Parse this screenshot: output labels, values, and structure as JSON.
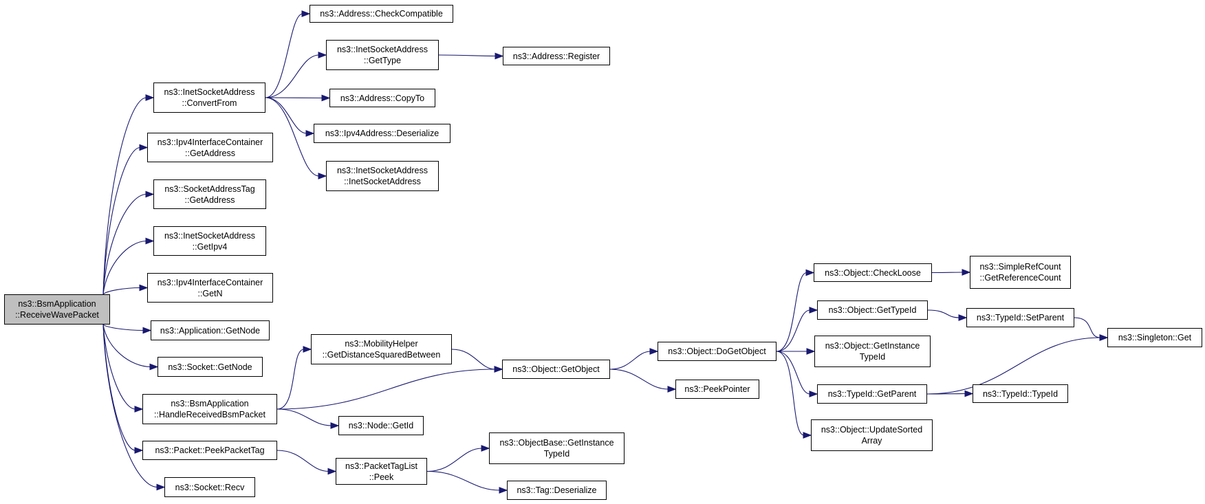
{
  "diagram": {
    "edge_color": "#191970",
    "root_fill": "#bfbfbf",
    "nodes": [
      {
        "id": "root",
        "lines": [
          "ns3::BsmApplication",
          "::ReceiveWavePacket"
        ],
        "root": true
      },
      {
        "id": "convertFrom",
        "lines": [
          "ns3::InetSocketAddress",
          "::ConvertFrom"
        ]
      },
      {
        "id": "ipv4icGetAddress",
        "lines": [
          "ns3::Ipv4InterfaceContainer",
          "::GetAddress"
        ]
      },
      {
        "id": "satGetAddress",
        "lines": [
          "ns3::SocketAddressTag",
          "::GetAddress"
        ]
      },
      {
        "id": "isaGetIpv4",
        "lines": [
          "ns3::InetSocketAddress",
          "::GetIpv4"
        ]
      },
      {
        "id": "ipv4icGetN",
        "lines": [
          "ns3::Ipv4InterfaceContainer",
          "::GetN"
        ]
      },
      {
        "id": "appGetNode",
        "lines": [
          "ns3::Application::GetNode"
        ]
      },
      {
        "id": "sockGetNode",
        "lines": [
          "ns3::Socket::GetNode"
        ]
      },
      {
        "id": "handleRecv",
        "lines": [
          "ns3::BsmApplication",
          "::HandleReceivedBsmPacket"
        ]
      },
      {
        "id": "peekPacketTag",
        "lines": [
          "ns3::Packet::PeekPacketTag"
        ]
      },
      {
        "id": "sockRecv",
        "lines": [
          "ns3::Socket::Recv"
        ]
      },
      {
        "id": "checkCompatible",
        "lines": [
          "ns3::Address::CheckCompatible"
        ]
      },
      {
        "id": "isaGetType",
        "lines": [
          "ns3::InetSocketAddress",
          "::GetType"
        ]
      },
      {
        "id": "addrRegister",
        "lines": [
          "ns3::Address::Register"
        ]
      },
      {
        "id": "copyTo",
        "lines": [
          "ns3::Address::CopyTo"
        ]
      },
      {
        "id": "ipv4Deserialize",
        "lines": [
          "ns3::Ipv4Address::Deserialize"
        ]
      },
      {
        "id": "isaCtor",
        "lines": [
          "ns3::InetSocketAddress",
          "::InetSocketAddress"
        ]
      },
      {
        "id": "mobility",
        "lines": [
          "ns3::MobilityHelper",
          "::GetDistanceSquaredBetween"
        ]
      },
      {
        "id": "getObject",
        "lines": [
          "ns3::Object::GetObject"
        ]
      },
      {
        "id": "nodeGetId",
        "lines": [
          "ns3::Node::GetId"
        ]
      },
      {
        "id": "ptlPeek",
        "lines": [
          "ns3::PacketTagList",
          "::Peek"
        ]
      },
      {
        "id": "obGetInstance",
        "lines": [
          "ns3::ObjectBase::GetInstance",
          "TypeId"
        ]
      },
      {
        "id": "tagDeserialize",
        "lines": [
          "ns3::Tag::Deserialize"
        ]
      },
      {
        "id": "doGetObject",
        "lines": [
          "ns3::Object::DoGetObject"
        ]
      },
      {
        "id": "peekPointer",
        "lines": [
          "ns3::PeekPointer"
        ]
      },
      {
        "id": "checkLoose",
        "lines": [
          "ns3::Object::CheckLoose"
        ]
      },
      {
        "id": "objGetTypeId",
        "lines": [
          "ns3::Object::GetTypeId"
        ]
      },
      {
        "id": "objGetInstance",
        "lines": [
          "ns3::Object::GetInstance",
          "TypeId"
        ]
      },
      {
        "id": "tidGetParent",
        "lines": [
          "ns3::TypeId::GetParent"
        ]
      },
      {
        "id": "updateSorted",
        "lines": [
          "ns3::Object::UpdateSorted",
          "Array"
        ]
      },
      {
        "id": "getRefCount",
        "lines": [
          "ns3::SimpleRefCount",
          "::GetReferenceCount"
        ]
      },
      {
        "id": "setParent",
        "lines": [
          "ns3::TypeId::SetParent"
        ]
      },
      {
        "id": "tidCtor",
        "lines": [
          "ns3::TypeId::TypeId"
        ]
      },
      {
        "id": "singletonGet",
        "lines": [
          "ns3::Singleton::Get"
        ]
      }
    ],
    "edges": [
      [
        "root",
        "convertFrom"
      ],
      [
        "root",
        "ipv4icGetAddress"
      ],
      [
        "root",
        "satGetAddress"
      ],
      [
        "root",
        "isaGetIpv4"
      ],
      [
        "root",
        "ipv4icGetN"
      ],
      [
        "root",
        "appGetNode"
      ],
      [
        "root",
        "sockGetNode"
      ],
      [
        "root",
        "handleRecv"
      ],
      [
        "root",
        "peekPacketTag"
      ],
      [
        "root",
        "sockRecv"
      ],
      [
        "convertFrom",
        "checkCompatible"
      ],
      [
        "convertFrom",
        "isaGetType"
      ],
      [
        "convertFrom",
        "copyTo"
      ],
      [
        "convertFrom",
        "ipv4Deserialize"
      ],
      [
        "convertFrom",
        "isaCtor"
      ],
      [
        "isaGetType",
        "addrRegister"
      ],
      [
        "handleRecv",
        "mobility"
      ],
      [
        "handleRecv",
        "getObject"
      ],
      [
        "handleRecv",
        "nodeGetId"
      ],
      [
        "mobility",
        "getObject"
      ],
      [
        "getObject",
        "doGetObject"
      ],
      [
        "getObject",
        "peekPointer"
      ],
      [
        "doGetObject",
        "checkLoose"
      ],
      [
        "doGetObject",
        "objGetTypeId"
      ],
      [
        "doGetObject",
        "objGetInstance"
      ],
      [
        "doGetObject",
        "tidGetParent"
      ],
      [
        "doGetObject",
        "updateSorted"
      ],
      [
        "checkLoose",
        "getRefCount"
      ],
      [
        "objGetTypeId",
        "setParent"
      ],
      [
        "setParent",
        "singletonGet"
      ],
      [
        "tidGetParent",
        "singletonGet"
      ],
      [
        "tidGetParent",
        "tidCtor"
      ],
      [
        "peekPacketTag",
        "ptlPeek"
      ],
      [
        "ptlPeek",
        "obGetInstance"
      ],
      [
        "ptlPeek",
        "tagDeserialize"
      ]
    ]
  }
}
